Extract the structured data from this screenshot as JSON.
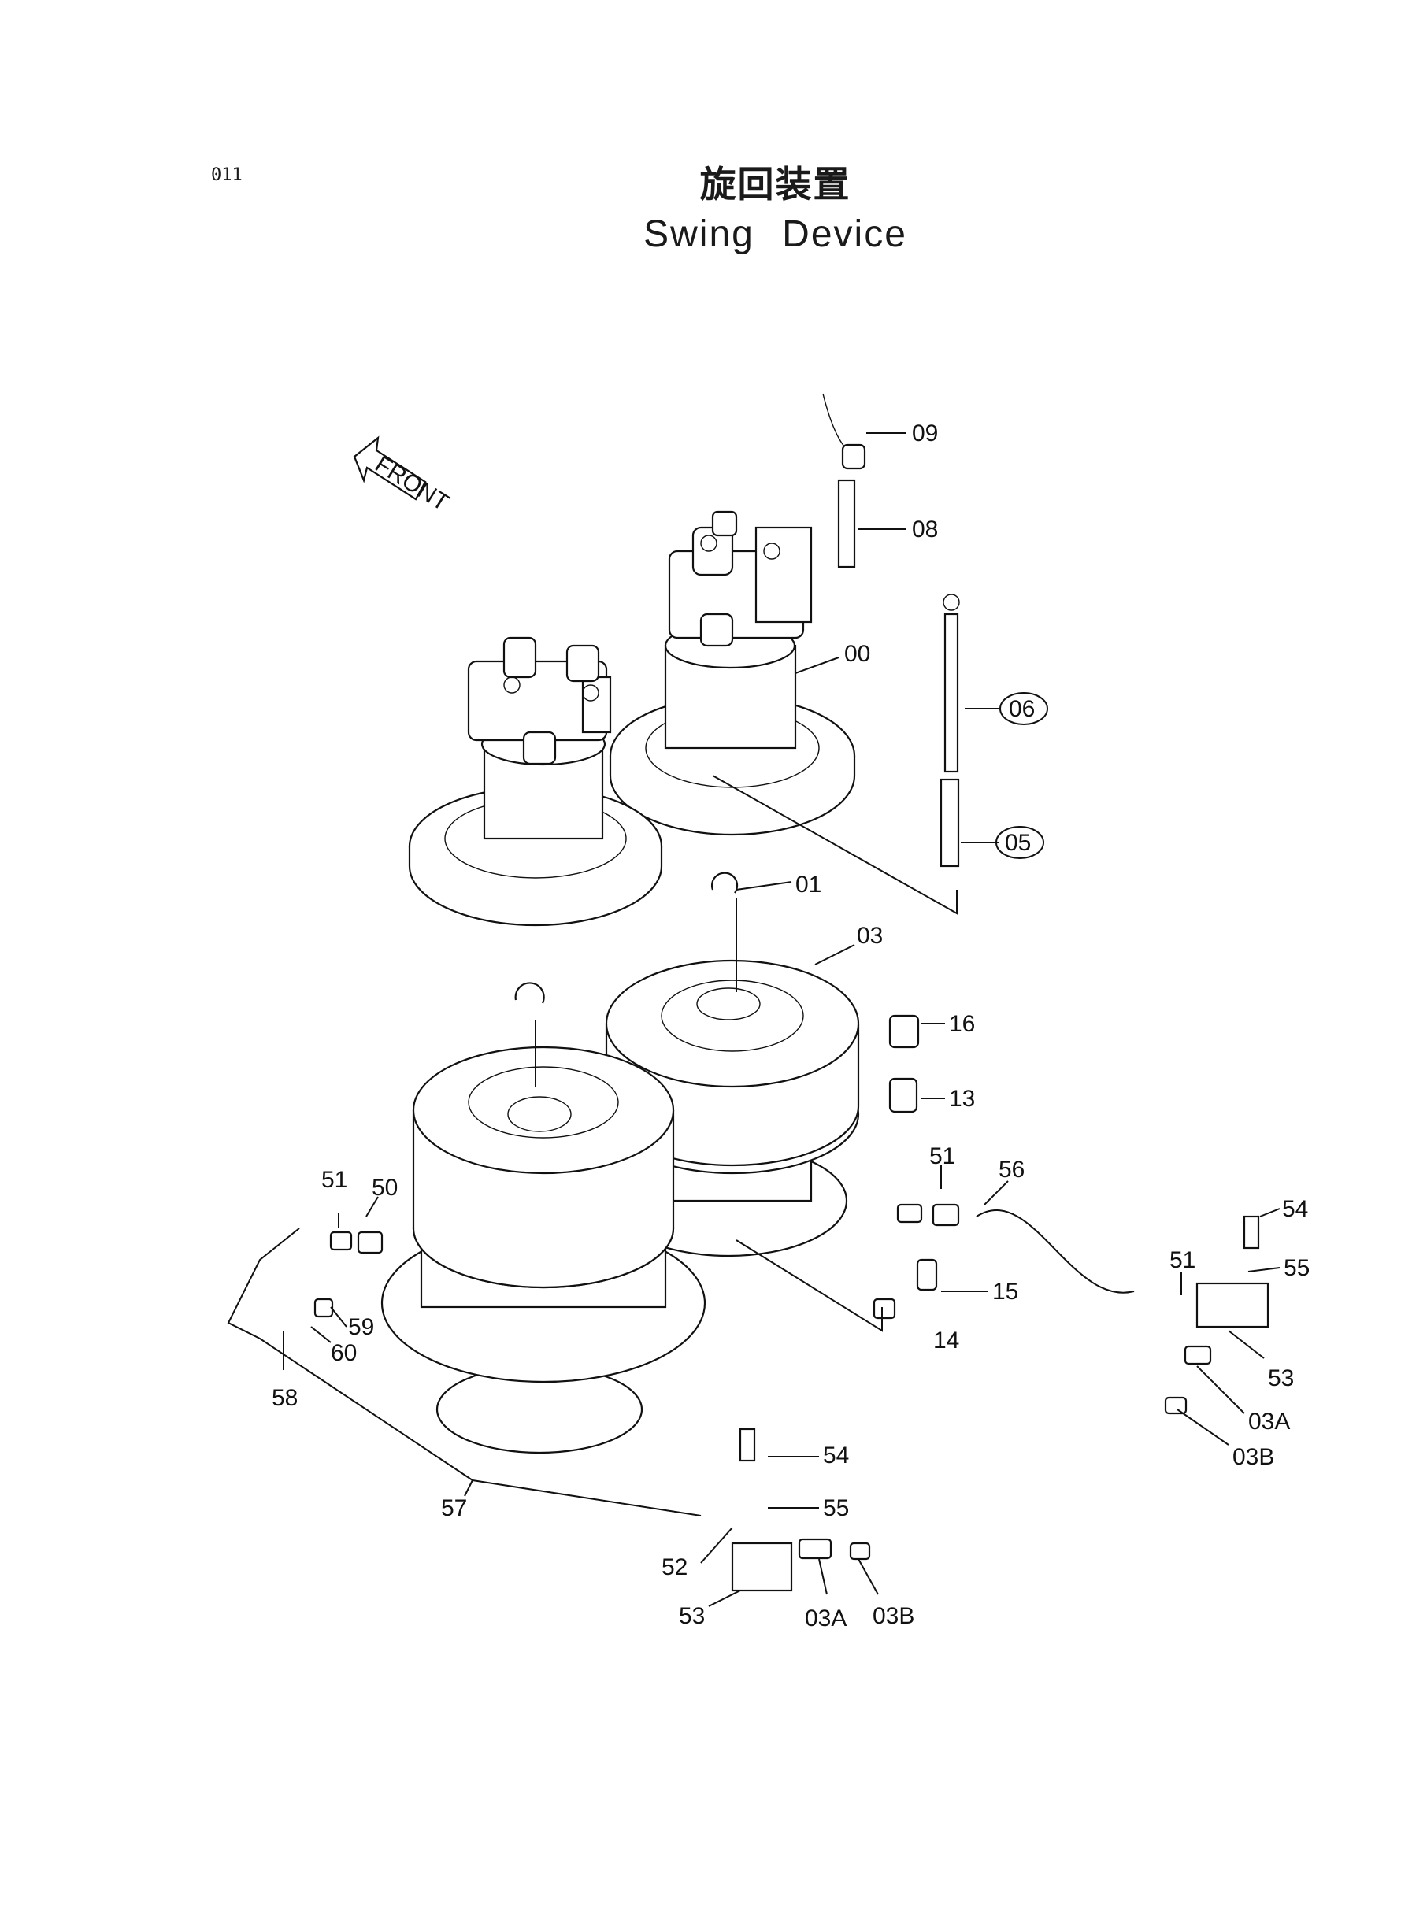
{
  "page_number": "011",
  "title_jp": "旋回装置",
  "title_en": "Swing  Device",
  "front_label": "FRONT",
  "callouts": {
    "p09": "09",
    "p08": "08",
    "p00": "00",
    "p06": "06",
    "p05": "05",
    "p01": "01",
    "p03": "03",
    "p16": "16",
    "p13": "13",
    "p51a": "51",
    "p50": "50",
    "p51b": "51",
    "p56": "56",
    "p54a": "54",
    "p55a": "55",
    "p51c": "51",
    "p15": "15",
    "p14": "14",
    "p53a": "53",
    "p59": "59",
    "p60": "60",
    "p58": "58",
    "p03Aa": "03A",
    "p03Ba": "03B",
    "p57": "57",
    "p54b": "54",
    "p55b": "55",
    "p52": "52",
    "p53b": "53",
    "p03Ab": "03A",
    "p03Bb": "03B"
  }
}
